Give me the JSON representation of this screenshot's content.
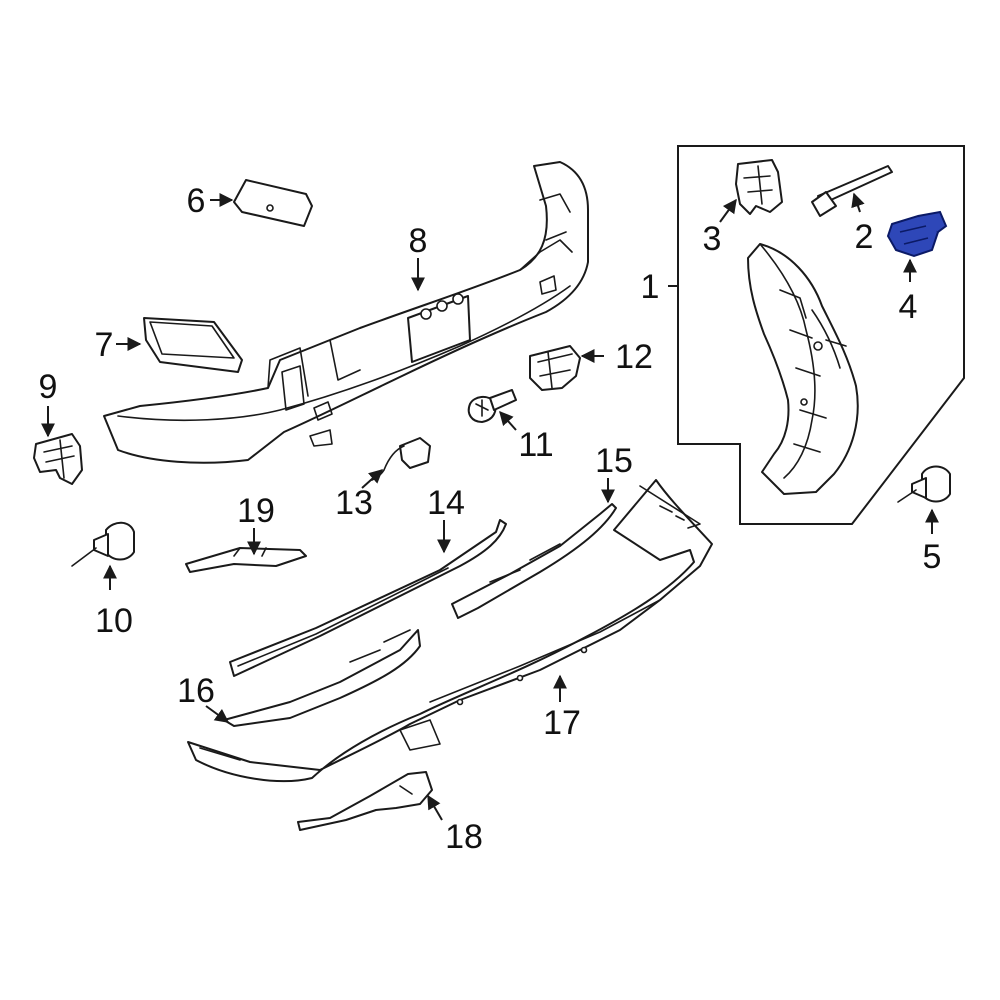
{
  "colors": {
    "line": "#1a1a1a",
    "background": "#ffffff",
    "highlight_fill": "#2e47b8",
    "highlight_stroke": "#0b1a66"
  },
  "highlighted_callout": "4",
  "callouts": {
    "c1": "1",
    "c2": "2",
    "c3": "3",
    "c4": "4",
    "c5": "5",
    "c6": "6",
    "c7": "7",
    "c8": "8",
    "c9": "9",
    "c10": "10",
    "c11": "11",
    "c12": "12",
    "c13": "13",
    "c14": "14",
    "c15": "15",
    "c16": "16",
    "c17": "17",
    "c18": "18",
    "c19": "19"
  }
}
